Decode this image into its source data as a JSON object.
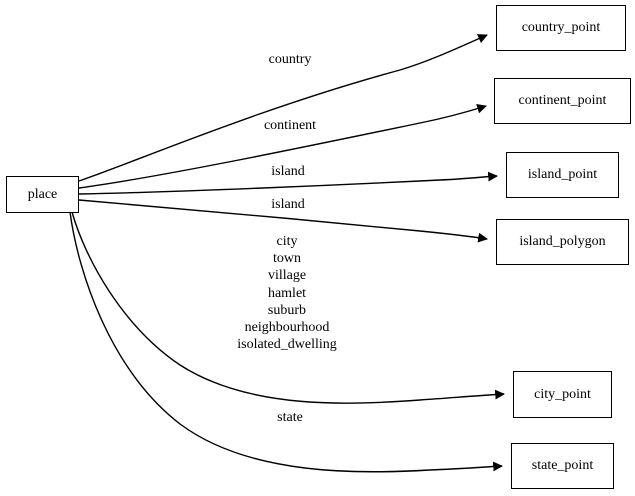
{
  "graph": {
    "title": "place",
    "background_color": "#ffffff",
    "stroke_color": "#000000",
    "text_color": "#000000"
  },
  "nodes": [
    {
      "id": "place",
      "label": "place"
    },
    {
      "id": "country_point",
      "label": "country_point"
    },
    {
      "id": "continent_point",
      "label": "continent_point"
    },
    {
      "id": "island_point",
      "label": "island_point"
    },
    {
      "id": "island_polygon",
      "label": "island_polygon"
    },
    {
      "id": "city_point",
      "label": "city_point"
    },
    {
      "id": "state_point",
      "label": "state_point"
    }
  ],
  "edges": [
    {
      "from": "place",
      "to": "country_point",
      "label": "country"
    },
    {
      "from": "place",
      "to": "continent_point",
      "label": "continent"
    },
    {
      "from": "place",
      "to": "island_point",
      "label": "island"
    },
    {
      "from": "place",
      "to": "island_polygon",
      "label": "island"
    },
    {
      "from": "place",
      "to": "city_point",
      "label": "city\ntown\nvillage\nhamlet\nsuburb\nneighbourhood\nisolated_dwelling"
    },
    {
      "from": "place",
      "to": "state_point",
      "label": "state"
    }
  ]
}
